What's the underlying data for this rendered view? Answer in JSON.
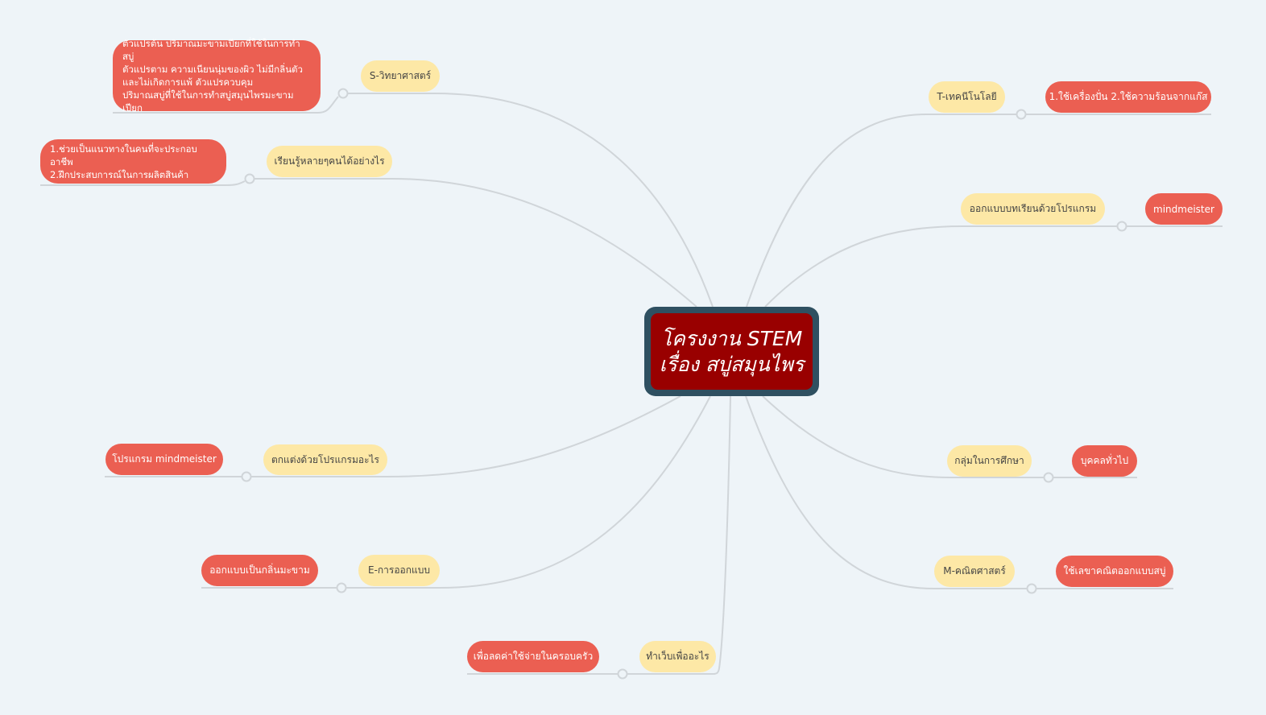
{
  "central": {
    "line1": "โครงงาน STEM",
    "line2": "เรื่อง สบู่สมุนไพร"
  },
  "colors": {
    "background": "#eef4f8",
    "central_fill": "#990000",
    "central_border": "#2f5061",
    "branch_fill": "#fde8a6",
    "leaf_fill": "#eb5f52",
    "connector": "#d0d5d9"
  },
  "left_branches": [
    {
      "label": "S-วิทยาศาสตร์",
      "leaf_lines": [
        "ตัวแปรต้น ปริมาณมะขามเปียกที่ใช้ในการทำสบู่",
        "ตัวแปรตาม ความเนียนนุ่มของผิว ไม่มีกลิ่นตัว",
        "และไม่เกิดการแพ้ ตัวแปรควบคุม",
        "ปริมาณสบู่ที่ใช้ในการทำสบู่สมุนไพรมะขามเปียก"
      ]
    },
    {
      "label": "เรียนรู้หลายๆคนได้อย่างไร",
      "leaf_lines": [
        "1.ช่วยเป็นแนวทางในคนที่จะประกอบอาชีพ",
        "2.ฝึกประสบการณ์ในการผลิตสินค้า"
      ]
    },
    {
      "label": "ตกแต่งด้วยโปรแกรมอะไร",
      "leaf": "โปรแกรม mindmeister"
    },
    {
      "label": "E-การออกแบบ",
      "leaf": "ออกแบบเป็นกลิ่นมะขาม"
    },
    {
      "label": "ทำเว็บเพื่ออะไร",
      "leaf": "เพื่อลดค่าใช้จ่ายในครอบครัว"
    }
  ],
  "right_branches": [
    {
      "label": "T-เทคนีโนโลยี",
      "leaf": "1.ใช้เครื่องปั่น 2.ใช้ความร้อนจากแก๊ส"
    },
    {
      "label": "ออกแบบบทเรียนด้วยโปรแกรม",
      "leaf": "mindmeister"
    },
    {
      "label": "กลุ่มในการศึกษา",
      "leaf": "บุคคลทั่วไป"
    },
    {
      "label": "M-คณิตศาสตร์",
      "leaf": "ใช้เลขาคณิตออกแบบสบู่"
    }
  ]
}
